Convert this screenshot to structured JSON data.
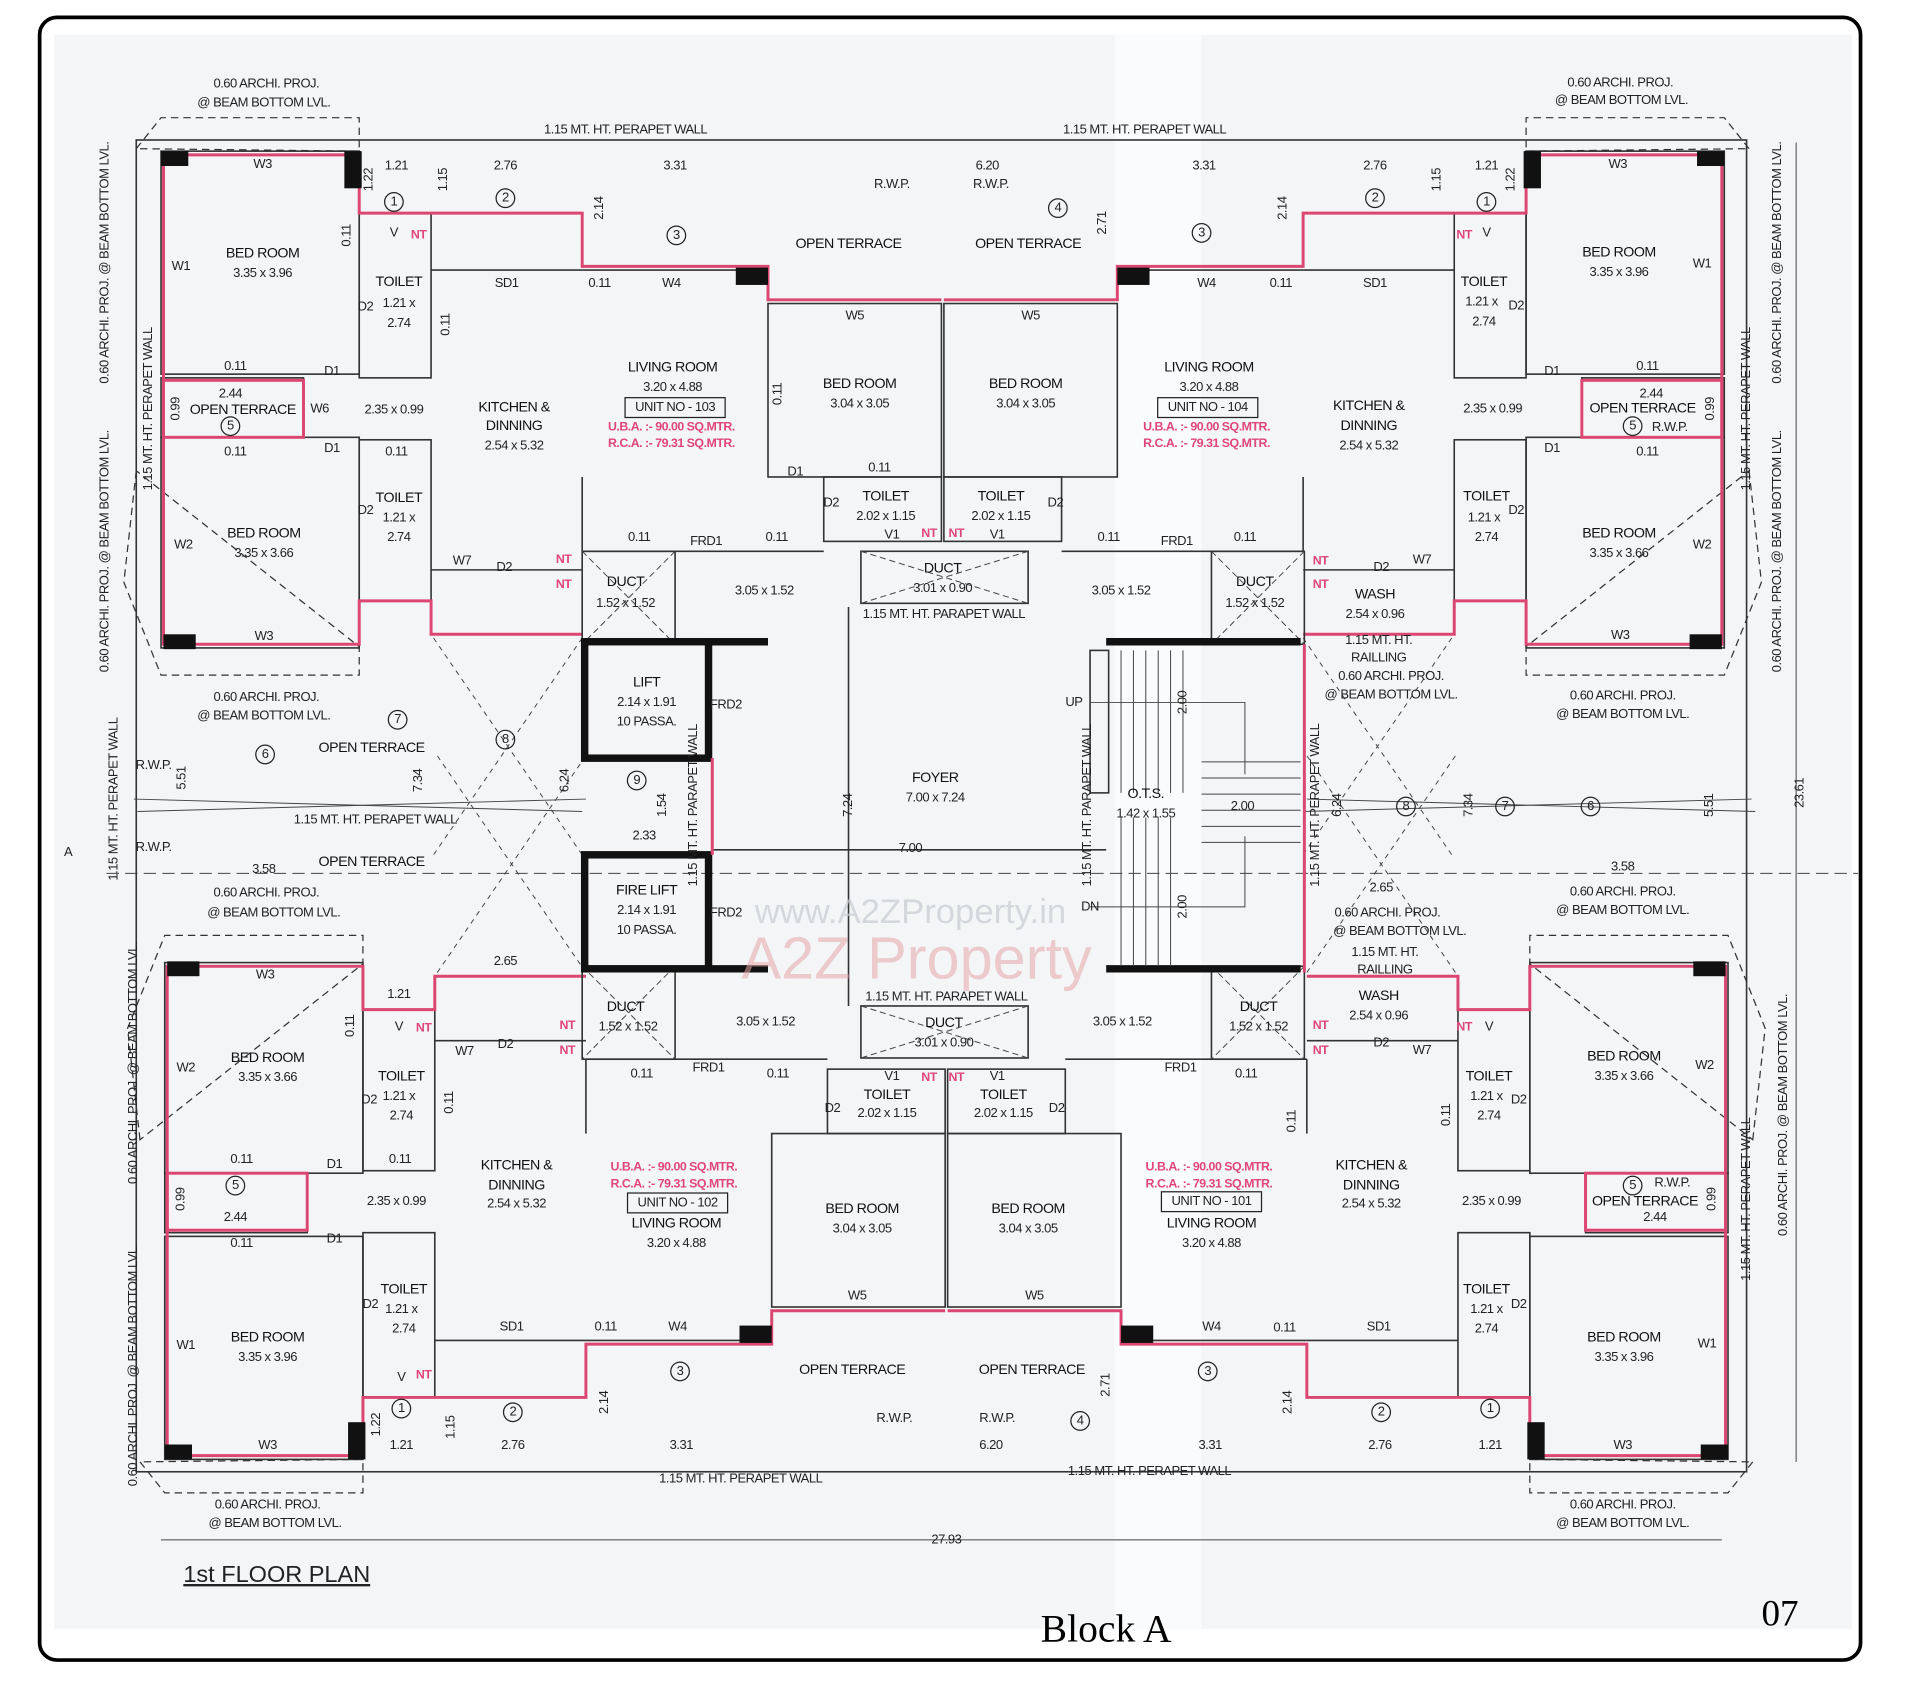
{
  "colors": {
    "accent_pink": "#dc4673",
    "wall": "#333333",
    "paper": "#f3f5f7"
  },
  "labels": {
    "unit_103": [
      "0.60 ARCHI. PROJ.",
      "@ BEAM BOTTOM LVL.",
      "1.15 MT. HT. PERAPET WALL",
      "W3",
      "1.21",
      "2.76",
      "3.31",
      "1.22",
      "1.15",
      "BED ROOM",
      "3.35 x 3.96",
      "W1",
      "0.11",
      "V",
      "NT",
      "TOILET",
      "1.21 x",
      "2.74",
      "D2",
      "0.11",
      "SD1",
      "0.11",
      "W4",
      "2.14",
      "OPEN TERRACE",
      "R.W.P.",
      "W5",
      "BED ROOM",
      "3.04 x 3.05",
      "LIVING ROOM",
      "3.20 x 4.88",
      "UNIT NO - 103",
      "U.B.A. :- 90.00 SQ.MTR.",
      "R.C.A. :- 79.31 SQ.MTR.",
      "KITCHEN &",
      "DINNING",
      "2.54 x 5.32",
      "0.11",
      "D1",
      "2.44",
      "OPEN TERRACE",
      "W6",
      "2.35 x 0.99",
      "0.99",
      "0.11",
      "D1",
      "0.11",
      "TOILET",
      "1.21 x",
      "2.74",
      "D2",
      "BED ROOM",
      "3.35 x 3.66",
      "W2",
      "W7",
      "D2",
      "NT",
      "NT",
      "0.11",
      "FRD1",
      "0.11",
      "D2",
      "TOILET",
      "2.02 x 1.15",
      "V1",
      "3.05 x 1.52",
      "W3",
      "0.60 ARCHI. PROJ.",
      "@ BEAM BOTTOM LVL.",
      "OPEN TERRACE",
      "R.W.P.",
      "5.51",
      "7.34",
      "6.24",
      "1.15 MT. HT. PERAPET WALL",
      "R.W.P.",
      "3.58",
      "OPEN TERRACE",
      "A",
      "1.15 MT. HT. PERAPET WALL",
      "0.60 ARCHI. PROJ. @ BEAM BOTTOM LVL.",
      "0.60 ARCHI. PROJ. @ BEAM BOTTOM LVL.",
      "1.15 MT. HT. PERAPET WALL",
      "D1",
      "0.11",
      "0.11"
    ],
    "unit_103_markers": [
      "1",
      "2",
      "3",
      "5",
      "6",
      "7",
      "8",
      "9"
    ],
    "core": [
      "DUCT",
      "1.52 x 1.52",
      "DUCT",
      "3.01 x 0.90",
      "1.15 MT. HT. PARAPET WALL",
      "LIFT",
      "2.14 x 1.91",
      "10 PASSA.",
      "FRD2",
      "2.33",
      "1.54",
      "1.15 MT. HT. PARAPET WALL",
      "FOYER",
      "7.00 x 7.24",
      "7.24",
      "7.00",
      "UP",
      "DN",
      "2.00",
      "2.00",
      "2.00",
      "O.T.S.",
      "1.42 x 1.55",
      "1.15 MT. HT. PARAPET WALL",
      "FIRE LIFT",
      "2.14 x 1.91",
      "10 PASSA.",
      "FRD2",
      "DUCT",
      "1.52 x 1.52",
      "DUCT",
      "1.52 x 1.52",
      "DUCT",
      "3.01 x 0.90",
      "1.15 MT. HT. PARAPET WALL",
      "DUCT",
      "1.52 x 1.52",
      "NT",
      "NT",
      "NT",
      "NT"
    ],
    "unit_104": [
      "6.20",
      "R.W.P.",
      "3.31",
      "2.76",
      "1.21",
      "W3",
      "1.15",
      "1.22",
      "0.60 ARCHI. PROJ.",
      "@ BEAM BOTTOM LVL.",
      "1.15 MT. HT. PERAPET WALL",
      "OPEN TERRACE",
      "2.71",
      "2.14",
      "W5",
      "BED ROOM",
      "3.04 x 3.05",
      "LIVING ROOM",
      "3.20 x 4.88",
      "UNIT NO - 104",
      "U.B.A. :- 90.00 SQ.MTR.",
      "R.C.A. :- 79.31 SQ.MTR.",
      "W4",
      "0.11",
      "SD1",
      "KITCHEN &",
      "DINNING",
      "2.54 x 5.32",
      "BED ROOM",
      "3.35 x 3.96",
      "W1",
      "NT",
      "V",
      "TOILET",
      "1.21 x",
      "2.74",
      "D2",
      "2.35 x 0.99",
      "2.44",
      "OPEN TERRACE",
      "R.W.P.",
      "0.99",
      "TOILET",
      "1.21 x",
      "2.74",
      "D2",
      "BED ROOM",
      "3.35 x 3.66",
      "W2",
      "TOILET",
      "2.02 x 1.15",
      "V1",
      "D2",
      "FRD1",
      "0.11",
      "0.11",
      "3.05 x 1.52",
      "WASH",
      "2.54 x 0.96",
      "D2",
      "W7",
      "1.15 MT. HT.",
      "RAILLING",
      "0.60 ARCHI. PROJ.",
      "@ BEAM BOTTOM LVL.",
      "0.60 ARCHI. PROJ.",
      "@ BEAM BOTTOM LVL.",
      "W3",
      "6.24",
      "1.15 MT. HT. PERAPET WALL",
      "7.34",
      "5.51",
      "23.61",
      "3.58",
      "NT",
      "NT",
      "0.60 ARCHI. PROJ. @ BEAM BOTTOM LVL.",
      "0.60 ARCHI. PROJ. @ BEAM BOTTOM LVL.",
      "1.15 MT. HT. PERAPET WALL",
      "0.11",
      "D1",
      "0.11",
      "D1"
    ],
    "unit_104_markers": [
      "4",
      "3",
      "2",
      "1",
      "5",
      "8",
      "7",
      "6"
    ],
    "unit_102": [
      "0.60 ARCHI. PROJ.",
      "@ BEAM BOTTOM LVL.",
      "2.65",
      "W3",
      "1.21",
      "BED ROOM",
      "3.35 x 3.66",
      "W2",
      "TOILET",
      "1.21 x",
      "2.74",
      "D2",
      "W7",
      "D2",
      "3.05 x 1.52",
      "FRD1",
      "0.11",
      "0.11",
      "TOILET",
      "2.02 x 1.15",
      "V1",
      "D2",
      "TOILET",
      "2.02 x 1.15",
      "V1",
      "D2",
      "KITCHEN &",
      "DINNING",
      "2.54 x 5.32",
      "U.B.A. :- 90.00 SQ.MTR.",
      "R.C.A. :- 79.31 SQ.MTR.",
      "UNIT NO - 102",
      "LIVING ROOM",
      "3.20 x 4.88",
      "BED ROOM",
      "3.04 x 3.05",
      "BED ROOM",
      "3.04 x 3.05",
      "W5",
      "W5",
      "0.11",
      "D1",
      "0.11",
      "0.99",
      "2.44",
      "2.35 x 0.99",
      "0.11",
      "D1",
      "TOILET",
      "1.21 x",
      "2.74",
      "D2",
      "BED ROOM",
      "3.35 x 3.96",
      "W1",
      "SD1",
      "0.11",
      "W4",
      "V",
      "NT",
      "OPEN TERRACE",
      "OPEN TERRACE",
      "2.14",
      "2.71",
      "R.W.P.",
      "R.W.P.",
      "6.20",
      "3.31",
      "2.76",
      "1.21",
      "1.22",
      "1.15",
      "W3",
      "1.15 MT. HT. PERAPET WALL",
      "0.60 ARCHI. PROJ.",
      "@ BEAM BOTTOM LVL.",
      "NT",
      "NT",
      "V",
      "NT",
      "0.11",
      "0.11",
      "0.60 ARCHI. PROJ. @ BEAM BOTTOM LVL.",
      "0.60 ARCHI. PROJ. @ BEAM BOTTOM LVL."
    ],
    "unit_102_markers": [
      "5",
      "3",
      "4",
      "2",
      "1"
    ],
    "unit_101": [
      "U.B.A. :- 90.00 SQ.MTR.",
      "R.C.A. :- 79.31 SQ.MTR.",
      "UNIT NO - 101",
      "LIVING ROOM",
      "3.20 x 4.88",
      "KITCHEN &",
      "DINNING",
      "2.54 x 5.32",
      "BED ROOM",
      "3.35 x 3.66",
      "W2",
      "TOILET",
      "1.21 x",
      "2.74",
      "D2",
      "2.35 x 0.99",
      "R.W.P.",
      "OPEN TERRACE",
      "2.44",
      "0.99",
      "TOILET",
      "1.21 x",
      "2.74",
      "D2",
      "BED ROOM",
      "3.35 x 3.96",
      "W1",
      "W4",
      "0.11",
      "SD1",
      "2.14",
      "3.31",
      "2.76",
      "1.21",
      "W3",
      "0.60 ARCHI. PROJ.",
      "@ BEAM BOTTOM LVL.",
      "FRD1",
      "0.11",
      "3.05 x 1.52",
      "2.65",
      "0.60 ARCHI. PROJ.",
      "@ BEAM BOTTOM LVL.",
      "0.60 ARCHI. PROJ.",
      "@ BEAM BOTTOM LVL.",
      "1.15 MT. HT.",
      "RAILLING",
      "WASH",
      "2.54 x 0.96",
      "D2",
      "W7",
      "1.15 MT. HT. PERAPET WALL",
      "NT",
      "NT",
      "NT",
      "V",
      "0.11",
      "0.11",
      "0.60 ARCHI. PROJ. @ BEAM BOTTOM LVL.",
      "1.15 MT. HT. PERAPET WALL"
    ],
    "unit_101_markers": [
      "3",
      "2",
      "1",
      "5"
    ]
  },
  "dimension_total_width": "27.93",
  "footer": {
    "plan_title": "1st FLOOR PLAN",
    "block_name": "Block A",
    "page_number": "07"
  },
  "watermark": {
    "url": "www.A2ZProperty.in",
    "brand": "A2Z Property"
  }
}
